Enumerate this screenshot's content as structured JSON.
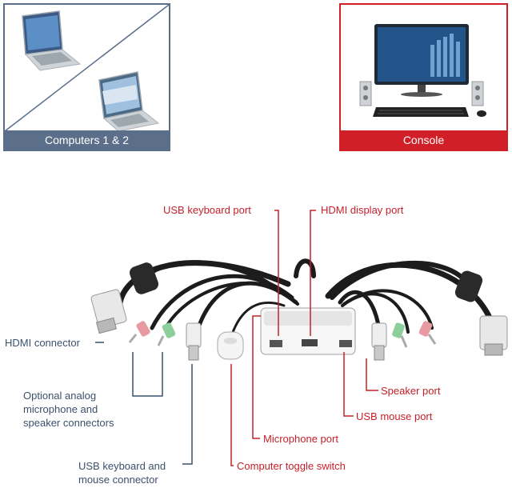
{
  "panels": {
    "computers_caption": "Computers 1 & 2",
    "console_caption": "Console"
  },
  "labels": {
    "usb_keyboard_port": "USB keyboard port",
    "hdmi_display_port": "HDMI display port",
    "hdmi_connector": "HDMI connector",
    "optional_analog_line1": "Optional analog",
    "optional_analog_line2": "microphone and",
    "optional_analog_line3": "speaker connectors",
    "speaker_port": "Speaker port",
    "usb_mouse_port": "USB mouse port",
    "microphone_port": "Microphone port",
    "usb_kb_mouse_line1": "USB keyboard and",
    "usb_kb_mouse_line2": "mouse connector",
    "computer_toggle_switch": "Computer toggle switch"
  },
  "colors": {
    "accent_red": "#d01f26",
    "accent_blue": "#5b6f8a"
  }
}
